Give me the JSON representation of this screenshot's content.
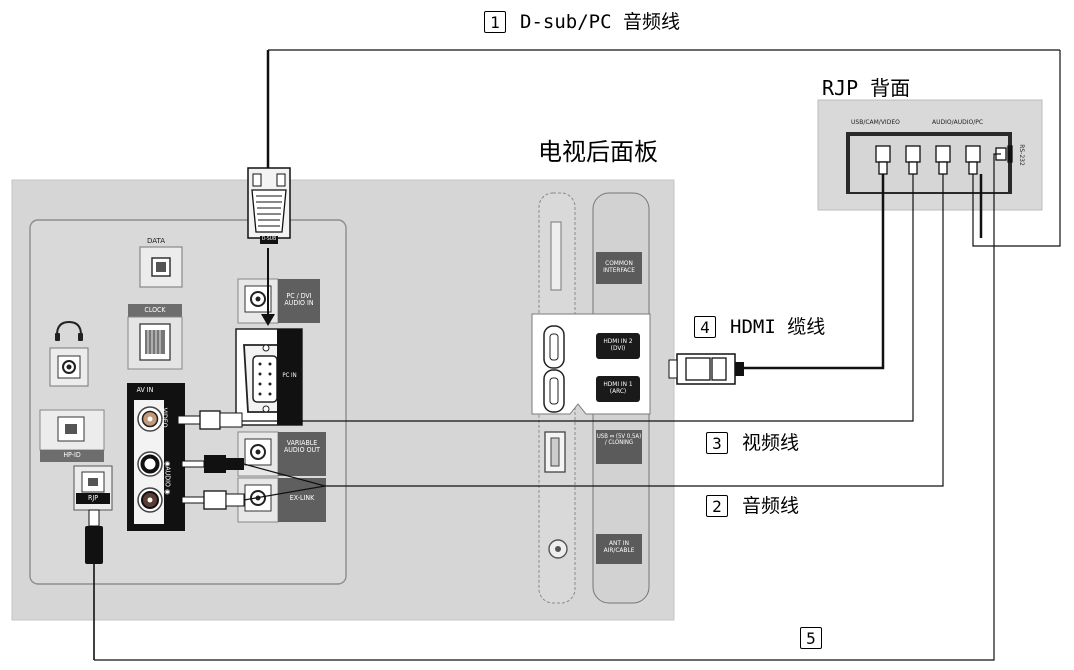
{
  "labels": {
    "dsub_cable": {
      "num": "1",
      "text": "D-sub/PC 音频线"
    },
    "rjp_back": "RJP 背面",
    "tv_rear_panel": "电视后面板",
    "hdmi_cable": {
      "num": "4",
      "text": "HDMI 缆线"
    },
    "video_cable": {
      "num": "3",
      "text": "视频线"
    },
    "audio_cable": {
      "num": "2",
      "text": "音频线"
    },
    "cable5": {
      "num": "5",
      "text": ""
    }
  },
  "ports": {
    "data": "DATA",
    "clock": "CLOCK",
    "av_in": "AV IN",
    "video": "VIDEO",
    "audio": "◉AUDIO ◉",
    "pc_dvi_audio_in": "PC / DVI AUDIO IN",
    "pc_in": "PC IN",
    "variable_audio_out": "VARIABLE AUDIO OUT",
    "ex_link": "EX-LINK",
    "hp_id": "HP-ID",
    "rjp": "RJP",
    "common_interface": "COMMON INTERFACE",
    "hdmi_in2": "HDMI IN 2 (DVI)",
    "hdmi_in1": "HDMI IN 1 (ARC)",
    "usb": "USB ⇔ (5V 0.5A) / CLONING",
    "ant_in": "ANT IN AIR/CABLE",
    "rjp_usb": "USB/CAM/VIDEO",
    "rjp_audio_pc": "AUDIO/AUDIO/PC",
    "rs232": "RS-232",
    "vga_plug": "D-SUB"
  }
}
